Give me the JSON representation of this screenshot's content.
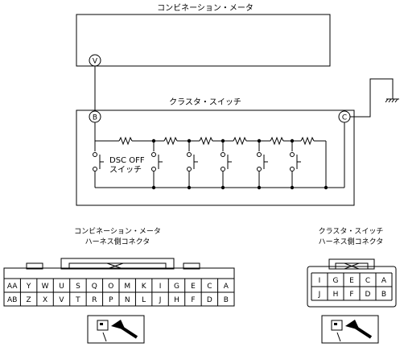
{
  "meter": {
    "title": "コンビネーション・メータ",
    "terminal_v": "V"
  },
  "switch": {
    "title": "クラスタ・スイッチ",
    "terminal_b": "B",
    "terminal_c": "C",
    "dsc_label_line1": "DSC OFF",
    "dsc_label_line2": "スイッチ"
  },
  "meter_connector": {
    "title_line1": "コンビネーション・メータ",
    "title_line2": "ハーネス側コネクタ",
    "row1": [
      "AA",
      "Y",
      "W",
      "U",
      "S",
      "Q",
      "O",
      "M",
      "K",
      "I",
      "G",
      "E",
      "C",
      "A"
    ],
    "row2": [
      "AB",
      "Z",
      "X",
      "V",
      "T",
      "R",
      "P",
      "N",
      "L",
      "J",
      "H",
      "F",
      "D",
      "B"
    ]
  },
  "switch_connector": {
    "title_line1": "クラスタ・スイッチ",
    "title_line2": "ハーネス側コネクタ",
    "row1": [
      "I",
      "G",
      "E",
      "C",
      "A"
    ],
    "row2": [
      "J",
      "H",
      "F",
      "D",
      "B"
    ]
  },
  "icons": {
    "ground": "ground-symbol-icon",
    "meter_view": "harness-connector-view-icon",
    "switch_view": "harness-connector-view-icon"
  }
}
